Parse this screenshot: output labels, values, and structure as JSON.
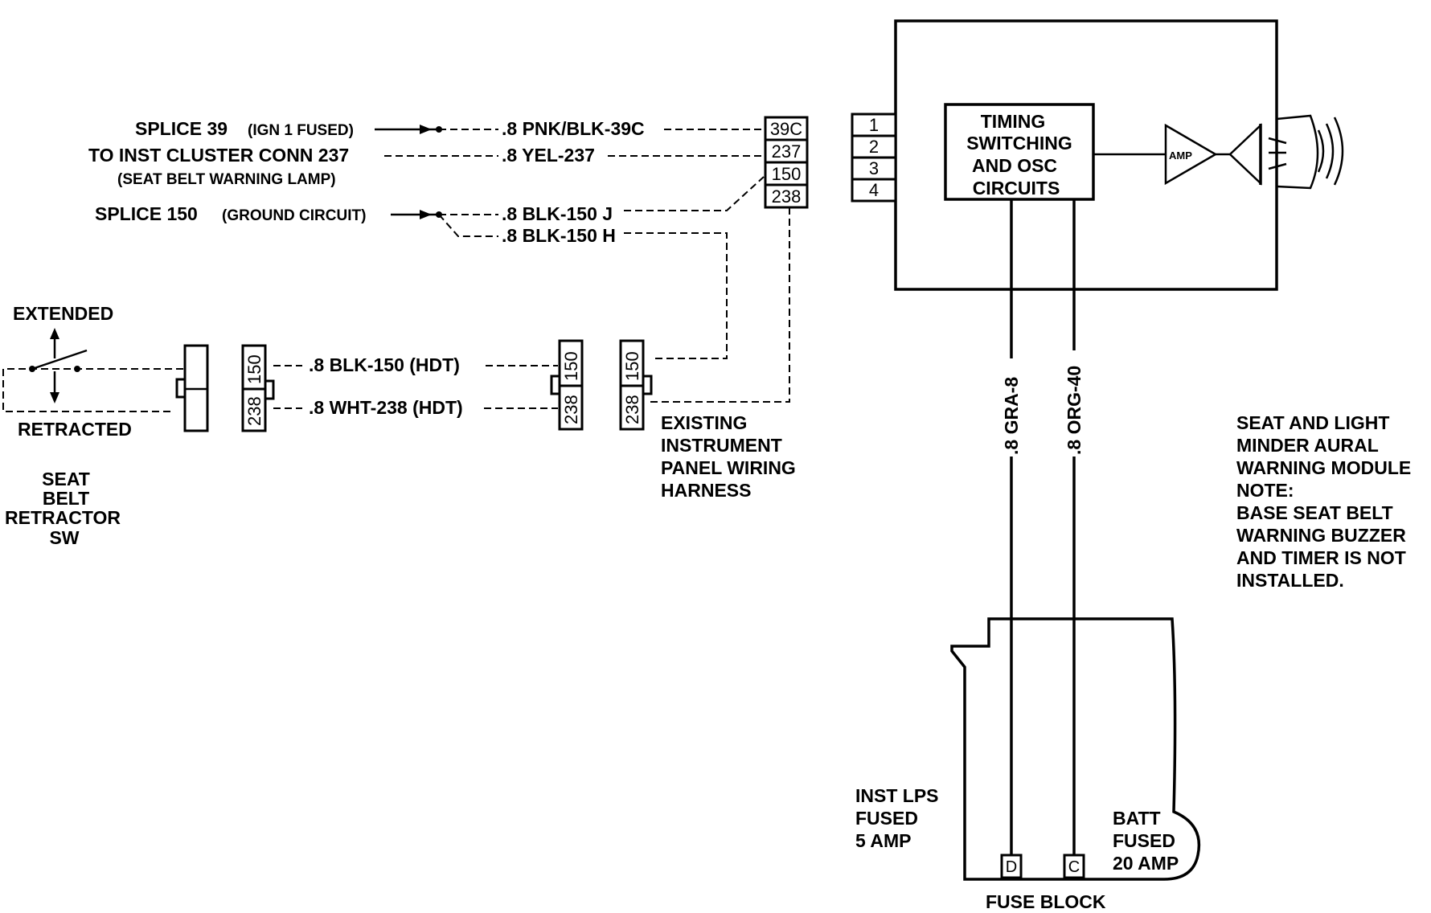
{
  "diagram": {
    "splice39_label": "SPLICE 39",
    "splice39_sub": "(IGN 1 FUSED)",
    "wire_39c": ".8 PNK/BLK-39C",
    "to_inst_cluster": "TO INST CLUSTER CONN 237",
    "seat_belt_lamp": "(SEAT BELT WARNING LAMP)",
    "wire_237": ".8 YEL-237",
    "splice150_label": "SPLICE 150",
    "splice150_sub": "(GROUND CIRCUIT)",
    "wire_150j": ".8 BLK-150 J",
    "wire_150h": ".8 BLK-150 H",
    "conn_top_pins": [
      "39C",
      "237",
      "150",
      "238"
    ],
    "module_pins": [
      "1",
      "2",
      "3",
      "4"
    ],
    "timing_lines": [
      "TIMING",
      "SWITCHING",
      "AND OSC",
      "CIRCUITS"
    ],
    "amp_label": "AMP",
    "extended": "EXTENDED",
    "retracted": "RETRACTED",
    "switch_label": [
      "SEAT",
      "BELT",
      "RETRACTOR",
      "SW"
    ],
    "wire_blk150_hdt": ".8 BLK-150 (HDT)",
    "wire_wht238_hdt": ".8 WHT-238 (HDT)",
    "pin_150": "150",
    "pin_238": "238",
    "harness_label": [
      "EXISTING",
      "INSTRUMENT",
      "PANEL WIRING",
      "HARNESS"
    ],
    "wire_gra8": ".8 GRA-8",
    "wire_org40": ".8 ORG-40",
    "module_note": [
      "SEAT AND LIGHT",
      "MINDER AURAL",
      "WARNING MODULE",
      "NOTE:",
      "BASE SEAT BELT",
      "WARNING BUZZER",
      "AND TIMER IS NOT",
      "INSTALLED."
    ],
    "inst_lps": [
      "INST LPS",
      "FUSED",
      "5 AMP"
    ],
    "batt": [
      "BATT",
      "FUSED",
      "20 AMP"
    ],
    "fuse_d": "D",
    "fuse_c": "C",
    "fuse_block": "FUSE BLOCK"
  }
}
